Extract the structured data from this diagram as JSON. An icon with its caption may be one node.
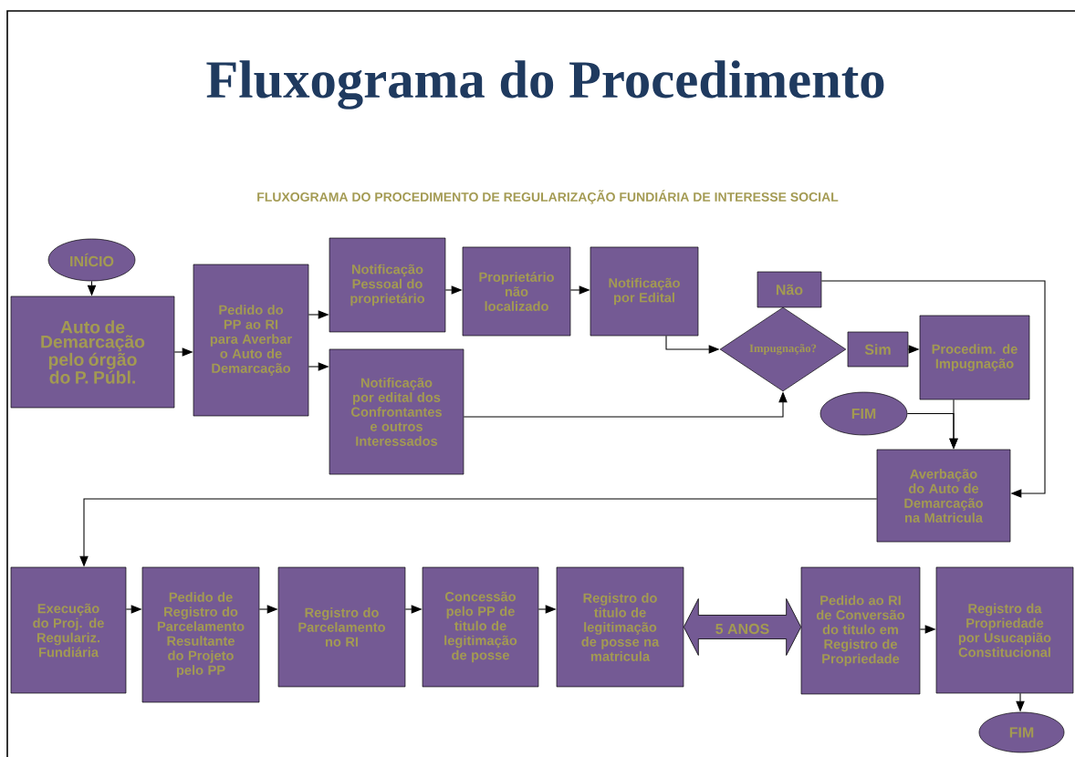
{
  "diagram": {
    "title": "Fluxograma do Procedimento",
    "nodes": [
      {
        "text": [
          "INÍCIO"
        ]
      },
      {
        "text": [
          "Auto de Demarcação pelo órgão do P. Públ."
        ]
      },
      {
        "text": [
          "Pedido do PP ao RI para Averbar o Auto de Demarcação"
        ]
      },
      {
        "text": [
          "Notificação Pessoal do proprietário"
        ]
      },
      {
        "text": [
          "Proprietário não localizado"
        ]
      },
      {
        "text": [
          "Notificação por Edital"
        ]
      },
      {
        "text": [
          "Notificação por edital dos Confrontantes e outros Interessados"
        ]
      },
      {
        "text": [
          "Não"
        ]
      },
      {
        "text": [
          "Impugnação?"
        ]
      },
      {
        "text": [
          "Sim"
        ]
      },
      {
        "text": [
          "Procedim. de Impugnação"
        ]
      },
      {
        "text": [
          "FIM"
        ]
      },
      {
        "text": [
          "Averbação do Auto de Demarcação na Matricula"
        ]
      },
      {
        "text": [
          "Execução do Proj. de Regulariz. Fundiária"
        ]
      },
      {
        "text": [
          "Pedido de Registro do Parcelamento Resultante do Projeto pelo PP"
        ]
      },
      {
        "text": [
          "Registro do Parcelamento no RI"
        ]
      },
      {
        "text": [
          "Concessão pelo PP de titulo de legitimação de posse"
        ]
      },
      {
        "text": [
          "Registro do titulo de legitimação de posse na matricula"
        ]
      },
      {
        "text": [
          "Pedido ao RI de Conversão do titulo em Registro de Propriedade"
        ]
      },
      {
        "text": [
          "Registro da Propriedade por Usucapião Constitucional"
        ]
      },
      {
        "text": [
          "FIM"
        ]
      }
    ],
    "edges": [
      {
        "from": 0,
        "to": 1,
        "arrow": "to"
      },
      {
        "from": 1,
        "to": 2,
        "arrow": "to"
      },
      {
        "from": 2,
        "to": 3,
        "arrow": "to"
      },
      {
        "from": 2,
        "to": 6,
        "arrow": "to"
      },
      {
        "from": 3,
        "to": 4,
        "arrow": "to"
      },
      {
        "from": 4,
        "to": 5,
        "arrow": "to"
      },
      {
        "from": 5,
        "to": 8,
        "arrow": "to"
      },
      {
        "from": 6,
        "to": 8,
        "arrow": "to"
      },
      {
        "from": 7,
        "to": 12,
        "arrow": "to"
      },
      {
        "from": 9,
        "to": 10,
        "arrow": "to"
      },
      {
        "from": 10,
        "to": 12,
        "arrow": "to"
      },
      {
        "from": 11,
        "to": 12,
        "arrow": "to"
      },
      {
        "from": 12,
        "to": 13,
        "arrow": "to"
      },
      {
        "from": 13,
        "to": 14,
        "arrow": "to"
      },
      {
        "from": 14,
        "to": 15,
        "arrow": "to"
      },
      {
        "from": 15,
        "to": 16,
        "arrow": "to"
      },
      {
        "from": 16,
        "to": 17,
        "arrow": "to"
      },
      {
        "from": 17,
        "to": 18,
        "arrow": "both",
        "label": "5 ANOS",
        "style": "thick",
        "color": "#745a94"
      },
      {
        "from": 18,
        "to": 19,
        "arrow": "to"
      },
      {
        "from": 19,
        "to": 20,
        "arrow": "to"
      }
    ],
    "labels": [
      "FLUXOGRAMA DO PROCEDIMENTO DE REGULARIZAÇÃO FUNDIÁRIA DE INTERESSE SOCIAL"
    ]
  }
}
